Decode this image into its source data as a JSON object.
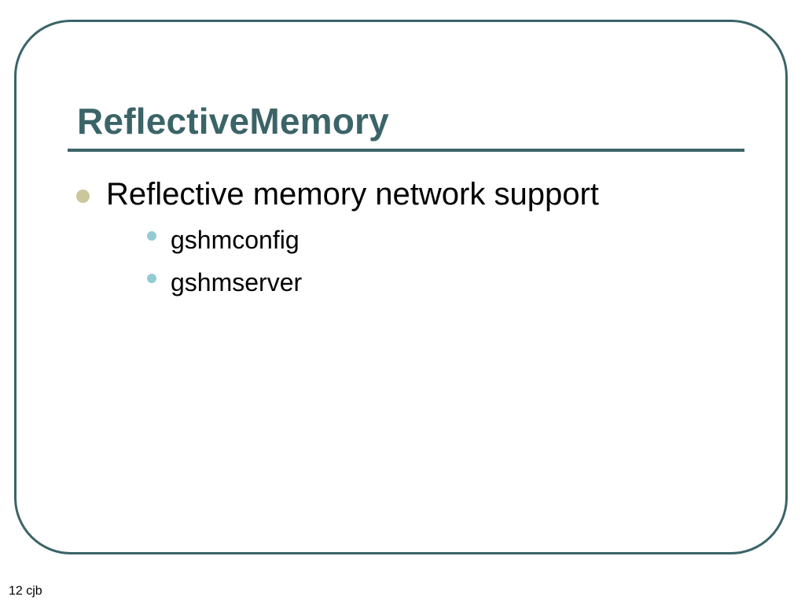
{
  "slide": {
    "title": "ReflectiveMemory",
    "bullets": [
      {
        "text": "Reflective memory network support",
        "children": [
          {
            "text": "gshmconfig"
          },
          {
            "text": "gshmserver"
          }
        ]
      }
    ],
    "footer": "12 cjb"
  },
  "colors": {
    "accent": "#3b6468",
    "bullet_level1": "#c9c79b",
    "bullet_level2": "#93cbd3"
  }
}
